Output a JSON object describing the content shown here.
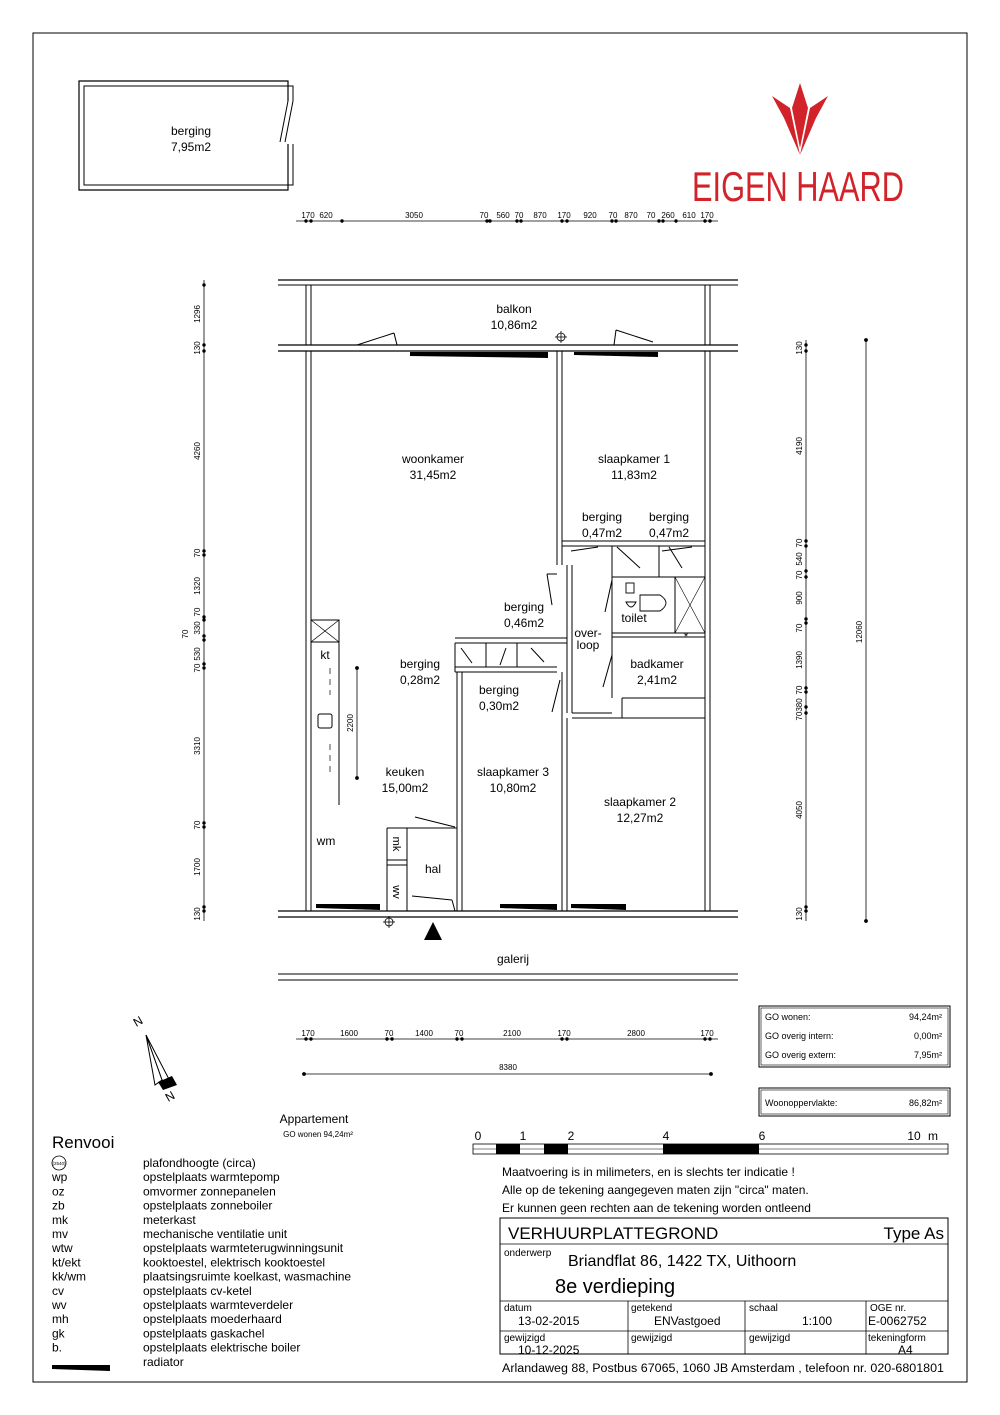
{
  "brand": {
    "name": "EIGEN HAARD",
    "color": "#d2232a"
  },
  "storage_box": {
    "label": "berging",
    "area": "7,95m2"
  },
  "rooms": {
    "balkon": {
      "label": "balkon",
      "area": "10,86m2"
    },
    "woonkamer": {
      "label": "woonkamer",
      "area": "31,45m2"
    },
    "slaapkamer1": {
      "label": "slaapkamer 1",
      "area": "11,83m2"
    },
    "berging_a": {
      "label": "berging",
      "area": "0,47m2"
    },
    "berging_b": {
      "label": "berging",
      "area": "0,47m2"
    },
    "berging_c": {
      "label": "berging",
      "area": "0,46m2"
    },
    "berging_d": {
      "label": "berging",
      "area": "0,28m2"
    },
    "berging_e": {
      "label": "berging",
      "area": "0,30m2"
    },
    "toilet": {
      "label": "toilet"
    },
    "overloop": {
      "line1": "over-",
      "line2": "loop"
    },
    "badkamer": {
      "label": "badkamer",
      "area": "2,41m2"
    },
    "keuken": {
      "label": "keuken",
      "area": "15,00m2"
    },
    "slaapkamer3": {
      "label": "slaapkamer 3",
      "area": "10,80m2"
    },
    "slaapkamer2": {
      "label": "slaapkamer 2",
      "area": "12,27m2"
    },
    "hal": {
      "label": "hal"
    },
    "galerij": {
      "label": "galerij"
    }
  },
  "fixtures": {
    "kt": "kt",
    "wm": "wm",
    "mk": "mk",
    "wv": "wv",
    "counter_dim": "2200"
  },
  "dims": {
    "top": [
      "170",
      "620",
      "3050",
      "70",
      "560",
      "70",
      "870",
      "170",
      "920",
      "70",
      "870",
      "70",
      "260",
      "610",
      "170"
    ],
    "bottom": [
      "170",
      "1600",
      "70",
      "1400",
      "70",
      "2100",
      "170",
      "2800",
      "170"
    ],
    "bottom_total": "8380",
    "left": [
      "1296",
      "130",
      "4260",
      "70",
      "1320",
      "70",
      "330",
      "70",
      "530",
      "70",
      "3310",
      "70",
      "1700",
      "130"
    ],
    "right": [
      "130",
      "4190",
      "70",
      "540",
      "70",
      "900",
      "70",
      "1390",
      "70",
      "380",
      "70",
      "4050",
      "130"
    ],
    "right_total": "12060"
  },
  "area_summary": [
    {
      "label": "GO wonen:",
      "value": "94,24m²"
    },
    {
      "label": "GO overig intern:",
      "value": "0,00m²"
    },
    {
      "label": "GO overig extern:",
      "value": "7,95m²"
    }
  ],
  "woonoppervlakte": {
    "label": "Woonoppervlakte:",
    "value": "86,82m²"
  },
  "apartment": {
    "title": "Appartement",
    "subtitle": "GO wonen 94,24m²"
  },
  "compass": {
    "n1": "N",
    "n2": "N"
  },
  "scale_bar": {
    "ticks": [
      "0",
      "1",
      "2",
      "4",
      "6",
      "10"
    ],
    "unit": "m"
  },
  "disclaimer": [
    "Maatvoering is in milimeters, en is slechts ter indicatie !",
    "Alle op de tekening aangegeven maten zijn \"circa\" maten.",
    "Er kunnen geen rechten aan de tekening worden ontleend"
  ],
  "legend": {
    "title": "Renvooi",
    "ceiling_symbol": "(2540)",
    "items": [
      {
        "code": "",
        "desc": "plafondhoogte (circa)"
      },
      {
        "code": "wp",
        "desc": "opstelplaats warmtepomp"
      },
      {
        "code": "oz",
        "desc": "omvormer zonnepanelen"
      },
      {
        "code": "zb",
        "desc": "opstelplaats zonneboiler"
      },
      {
        "code": "mk",
        "desc": "meterkast"
      },
      {
        "code": "mv",
        "desc": "mechanische ventilatie unit"
      },
      {
        "code": "wtw",
        "desc": "opstelplaats warmteterugwinningsunit"
      },
      {
        "code": "kt/ekt",
        "desc": "kooktoestel, elektrisch kooktoestel"
      },
      {
        "code": "kk/wm",
        "desc": "plaatsingsruimte koelkast, wasmachine"
      },
      {
        "code": "cv",
        "desc": "opstelplaats cv-ketel"
      },
      {
        "code": "wv",
        "desc": "opstelplaats warmteverdeler"
      },
      {
        "code": "mh",
        "desc": "opstelplaats moederhaard"
      },
      {
        "code": "gk",
        "desc": "opstelplaats gaskachel"
      },
      {
        "code": "b.",
        "desc": "opstelplaats elektrische boiler"
      },
      {
        "code": "",
        "desc": "radiator"
      }
    ]
  },
  "title_block": {
    "title": "VERHUURPLATTEGROND",
    "type": "Type As",
    "onderwerp_label": "onderwerp",
    "address": "Briandflat 86, 1422 TX, Uithoorn",
    "floor": "8e verdieping",
    "datum_label": "datum",
    "datum": "13-02-2015",
    "getekend_label": "getekend",
    "getekend": "ENVastgoed",
    "schaal_label": "schaal",
    "schaal": "1:100",
    "oge_label": "OGE nr.",
    "oge": "E-0062752",
    "gewijzigd_label": "gewijzigd",
    "gewijzigd": "10-12-2025",
    "gewijzigd2_label": "gewijzigd",
    "gewijzigd3_label": "gewijzigd",
    "tekeningform_label": "tekeningform",
    "tekeningform": "A4",
    "footer": "Arlandaweg 88, Postbus 67065, 1060 JB Amsterdam , telefoon nr. 020-6801801"
  }
}
